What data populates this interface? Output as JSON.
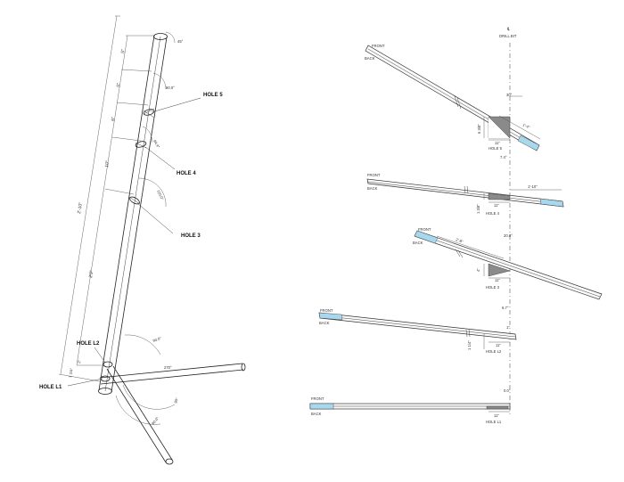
{
  "left_view": {
    "holes": {
      "h5": "HOLE 5",
      "h4": "HOLE 4",
      "h3": "HOLE 3",
      "hl2": "HOLE L2",
      "hl1": "HOLE L1"
    },
    "dims": {
      "d_top": "5\"",
      "d_2": "5\"",
      "d_3": "6\"",
      "d_4": "10\"",
      "d_5": "2'-10\"",
      "d_6": "2'9\"",
      "d_7": "1 1/4\"",
      "d_8": "2\""
    },
    "angles": {
      "a_top": "45°",
      "a5": "90.0°",
      "a4": "84.4°",
      "a3": "110.0°",
      "aL2": "90.0°",
      "aL1": "270°",
      "aL1b": "90°",
      "aLow": "80.0°"
    }
  },
  "right_view": {
    "centerline": {
      "symbol": "℄",
      "label": "DRILL BIT"
    },
    "boards": [
      {
        "front": "FRONT",
        "back": "BACK",
        "angle": "30°",
        "dim_w": "11\"",
        "dim_h": "6 3/8\"",
        "dim_long": "1'-4\"",
        "hole": "HOLE 5"
      },
      {
        "front": "FRONT",
        "back": "BACK",
        "angle": "7.4°",
        "dim_w": "11\"",
        "dim_h": "1 3/8\"",
        "dim_long": "1'-10\"",
        "hole": "HOLE 4"
      },
      {
        "front": "FRONT",
        "back": "BACK",
        "angle": "20.0°",
        "dim_w": "11\"",
        "dim_h": "4\"",
        "dim_long": "2'-8\"",
        "hole": "HOLE 3"
      },
      {
        "front": "FRONT",
        "back": "BACK",
        "angle": "6.7°",
        "dim_w": "11\"",
        "dim_h": "1 1/4\"",
        "dim_s": "1\"",
        "hole": "HOLE L2"
      },
      {
        "front": "FRONT",
        "back": "BACK",
        "angle": "0.0°",
        "dim_w": "11\"",
        "hole": "HOLE L1"
      }
    ]
  }
}
